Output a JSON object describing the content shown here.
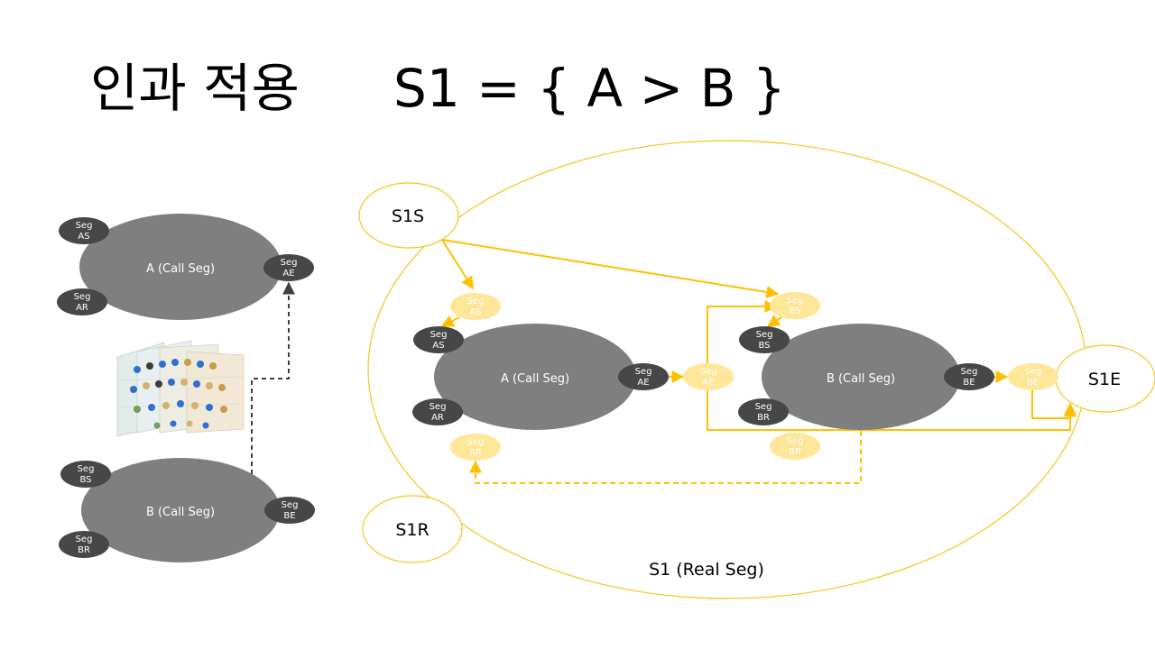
{
  "title": {
    "korean": "인과 적용",
    "expression": "S1 = { A > B }"
  },
  "colors": {
    "seg_gray": "#7f7f7f",
    "seg_dark": "#474747",
    "seg_yellow": "#ffe699",
    "accent": "#ffc000",
    "outline": "#f3c51b",
    "text_dark": "#ffffff",
    "text_yellow": "#ffffff"
  },
  "left": {
    "a": {
      "label": "A (Call Seg)",
      "as": [
        "Seg",
        "AS"
      ],
      "ar": [
        "Seg",
        "AR"
      ],
      "ae": [
        "Seg",
        "AE"
      ]
    },
    "b": {
      "label": "B (Call Seg)",
      "bs": [
        "Seg",
        "BS"
      ],
      "br": [
        "Seg",
        "BR"
      ],
      "be": [
        "Seg",
        "BE"
      ]
    },
    "thumbnail_icon": "3d-cube-grid-icon"
  },
  "right": {
    "s1_label": "S1 (Real Seg)",
    "s1s": "S1S",
    "s1r": "S1R",
    "s1e": "S1E",
    "a": {
      "label": "A (Call Seg)",
      "as": [
        "Seg",
        "AS"
      ],
      "ar": [
        "Seg",
        "AR"
      ],
      "ae": [
        "Seg",
        "AE"
      ]
    },
    "b": {
      "label": "B (Call Seg)",
      "bs": [
        "Seg",
        "BS"
      ],
      "br": [
        "Seg",
        "BR"
      ],
      "be": [
        "Seg",
        "BE"
      ]
    },
    "ya": {
      "as": [
        "Seg",
        "AS"
      ],
      "ar": [
        "Seg",
        "AR"
      ],
      "ae": [
        "Seg",
        "AE"
      ]
    },
    "yb": {
      "bs": [
        "Seg",
        "BS"
      ],
      "br": [
        "Seg",
        "BR"
      ],
      "be": [
        "Seg",
        "BE"
      ]
    }
  }
}
